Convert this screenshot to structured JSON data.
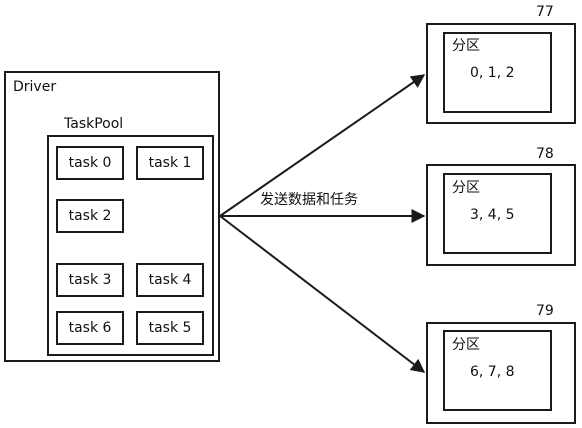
{
  "driver": {
    "label": "Driver",
    "pool_label": "TaskPool",
    "tasks": [
      "task 0",
      "task 1",
      "task 2",
      "task 3",
      "task 4",
      "task 6",
      "task 5"
    ]
  },
  "edge_label": "发送数据和任务",
  "nodes": [
    {
      "id": "77",
      "partition_label": "分区",
      "partitions": "0, 1, 2"
    },
    {
      "id": "78",
      "partition_label": "分区",
      "partitions": "3, 4, 5"
    },
    {
      "id": "79",
      "partition_label": "分区",
      "partitions": "6, 7, 8"
    }
  ]
}
